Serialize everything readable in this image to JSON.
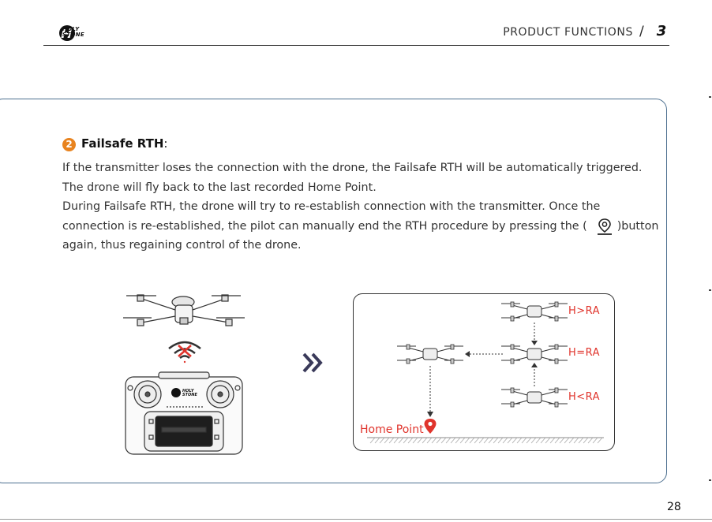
{
  "header": {
    "brand": [
      "HOLY",
      "STONE"
    ],
    "section_title": "PRODUCT FUNCTIONS",
    "separator": "/",
    "chapter_number": "3"
  },
  "content": {
    "step_number": "2",
    "title": "Failsafe RTH",
    "title_suffix": ":",
    "paragraph1": "If the transmitter loses the connection with the drone, the Failsafe RTH will be automatically triggered. The drone will fly back to the last recorded Home Point.",
    "paragraph2_start": "During Failsafe RTH, the drone will try to re-establish connection with the transmitter. Once the connection is re-established, the pilot can manually end the RTH procedure by pressing the (",
    "paragraph2_end": ")button again, thus regaining control of the drone.",
    "inline_icon": "home-pin-icon"
  },
  "diagram": {
    "labels": {
      "above": "H>RA",
      "equal": "H=RA",
      "below": "H<RA",
      "home": "Home Point"
    },
    "accent_color": "#e0342c",
    "badge_color": "#e8831f"
  },
  "footer": {
    "page_number": "28"
  }
}
